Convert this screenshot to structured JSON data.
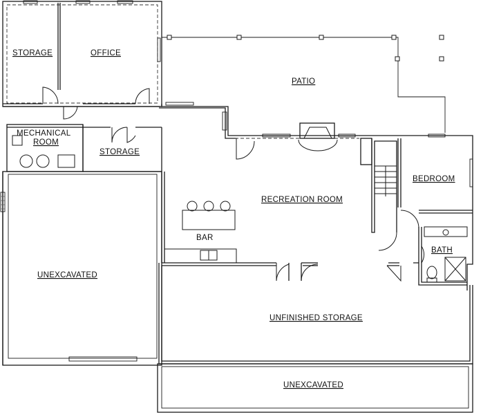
{
  "rooms": {
    "storage_1": "STORAGE",
    "office": "OFFICE",
    "patio": "PATIO",
    "mechanical_line1": "MECHANICAL",
    "mechanical_line2": "ROOM",
    "storage_2": "STORAGE",
    "bedroom": "BEDROOM",
    "recreation_room": "RECREATION ROOM",
    "bar": "BAR",
    "bath": "BATH",
    "unexcavated_left": "UNEXCAVATED",
    "unfinished_storage": "UNFINISHED STORAGE",
    "unexcavated_bottom": "UNEXCAVATED"
  }
}
